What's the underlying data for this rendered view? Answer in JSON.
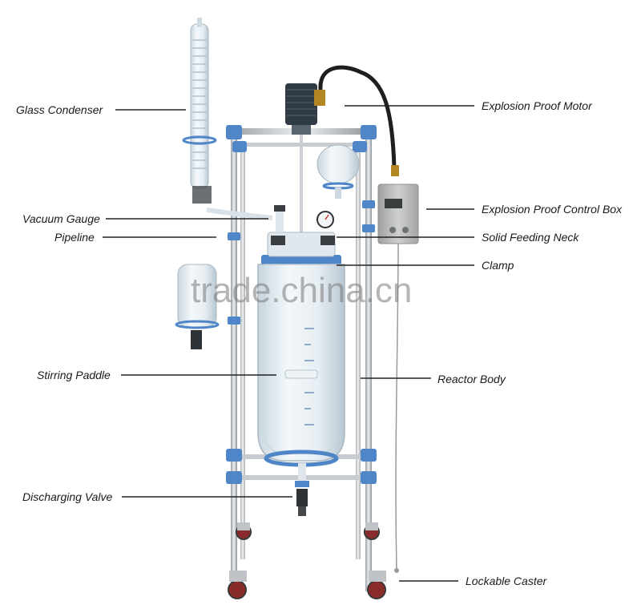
{
  "labels": {
    "glass_condenser": "Glass Condenser",
    "vacuum_gauge": "Vacuum Gauge",
    "pipeline": "Pipeline",
    "stirring_paddle": "Stirring Paddle",
    "discharging_valve": "Discharging Valve",
    "explosion_proof_motor": "Explosion Proof Motor",
    "explosion_proof_control_box": "Explosion Proof Control Box",
    "solid_feeding_neck": "Solid Feeding Neck",
    "clamp": "Clamp",
    "reactor_body": "Reactor Body",
    "lockable_caster": "Lockable Caster"
  },
  "watermark": "trade.china.cn",
  "colors": {
    "frame_blue": "#4f86c8",
    "steel": "#bfc3c7",
    "glass": "#dfe8ee",
    "motor": "#2f3a44",
    "control_box": "#b9bbb8",
    "wheel": "#8a2b2b"
  }
}
